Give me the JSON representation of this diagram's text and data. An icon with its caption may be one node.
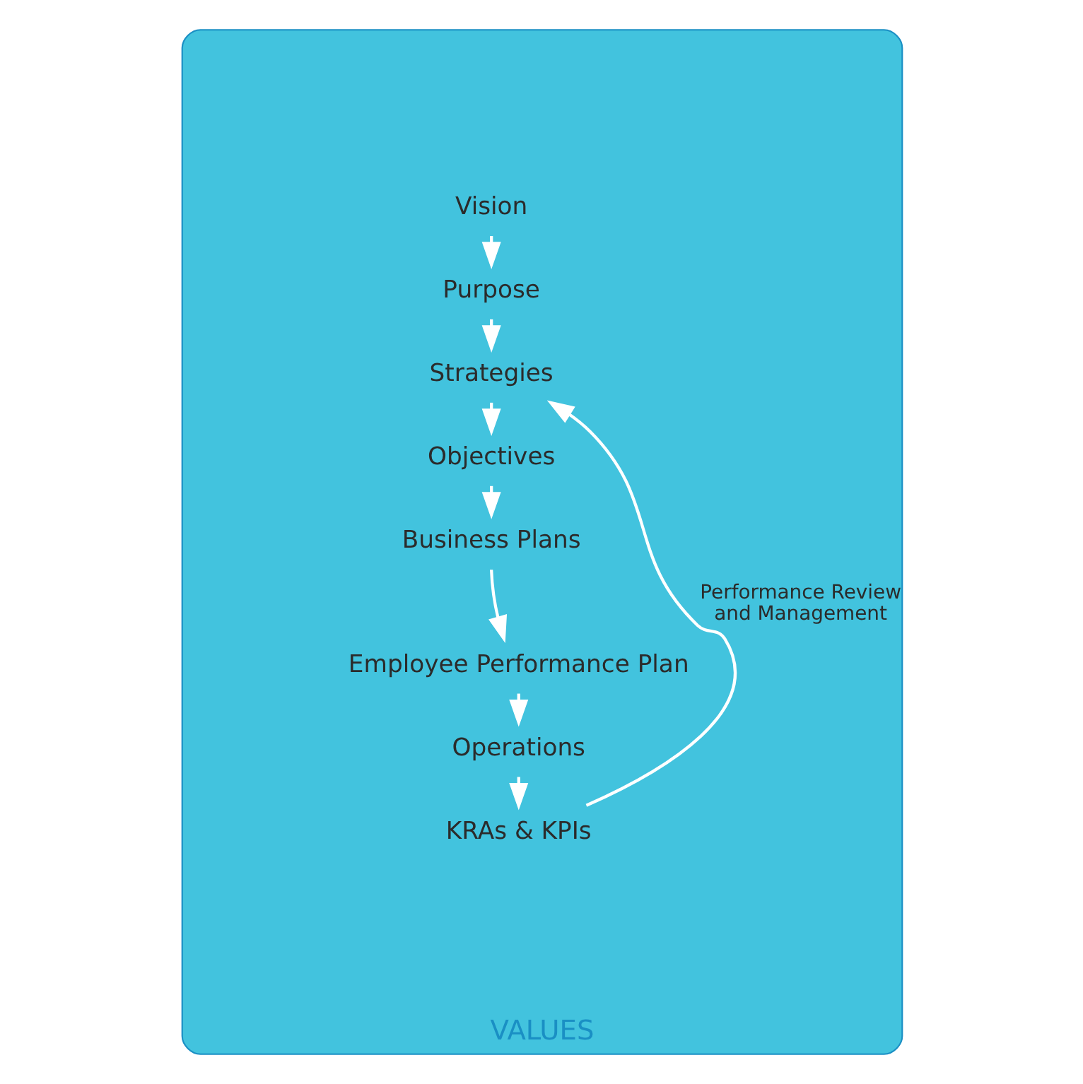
{
  "diagram": {
    "nodes": [
      {
        "text": [
          "VALUES"
        ]
      },
      {
        "text": [
          "Vision"
        ],
        "in": 0
      },
      {
        "text": [
          "Purpose"
        ],
        "in": 0
      },
      {
        "text": [
          "Strategies"
        ],
        "in": 0
      },
      {
        "text": [
          "Objectives"
        ],
        "in": 0
      },
      {
        "text": [
          "Business Plans"
        ],
        "in": 0
      },
      {
        "text": [
          "Employee Performance Plan"
        ],
        "in": 0
      },
      {
        "text": [
          "Operations"
        ],
        "in": 0
      },
      {
        "text": [
          "KRAs & KPIs"
        ],
        "in": 0
      }
    ],
    "edges": [
      {
        "from": 1,
        "to": 2,
        "arrow": "to"
      },
      {
        "from": 2,
        "to": 3,
        "arrow": "to"
      },
      {
        "from": 3,
        "to": 4,
        "arrow": "to"
      },
      {
        "from": 4,
        "to": 5,
        "arrow": "to"
      },
      {
        "from": 5,
        "to": 6,
        "arrow": "to"
      },
      {
        "from": 6,
        "to": 7,
        "arrow": "to"
      },
      {
        "from": 7,
        "to": 8,
        "arrow": "to"
      },
      {
        "from": 8,
        "to": 3,
        "arrow": "to",
        "label": "Performance Review and Management"
      }
    ]
  }
}
